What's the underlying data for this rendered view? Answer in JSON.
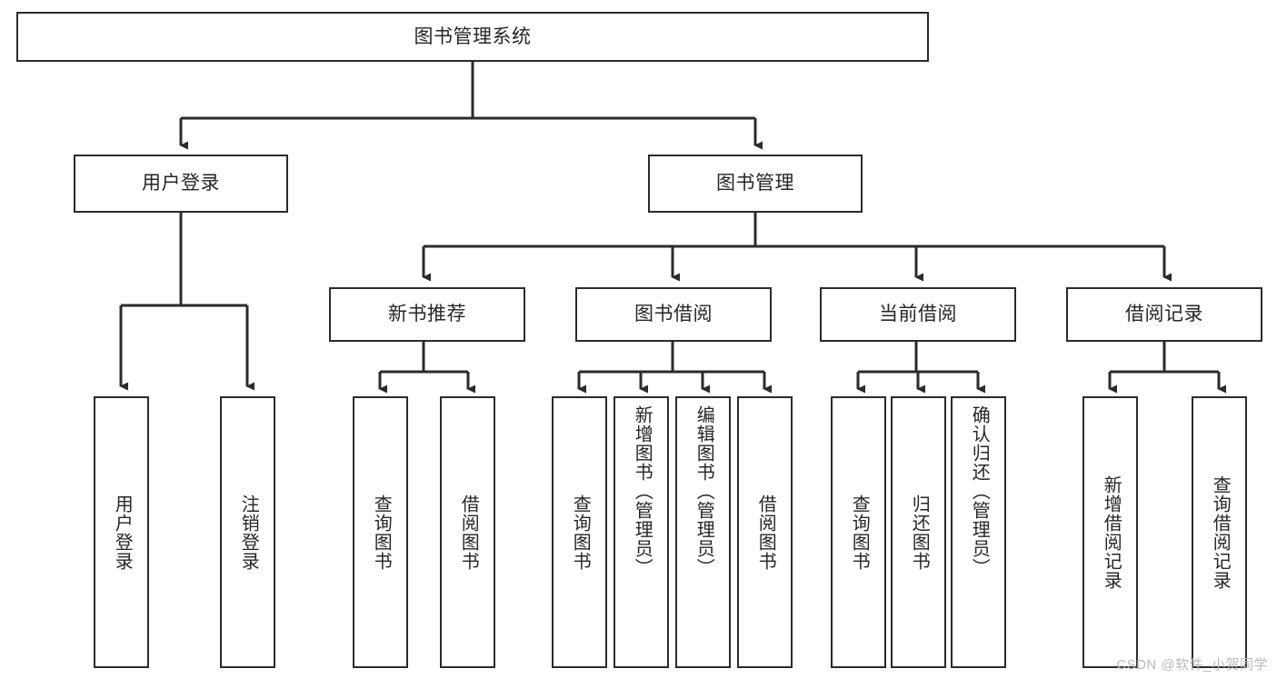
{
  "diagram": {
    "type": "tree-hierarchy",
    "title": "图书管理系统",
    "root": {
      "id": "root",
      "label": "图书管理系统"
    },
    "level1": [
      {
        "id": "user-login",
        "label": "用户登录"
      },
      {
        "id": "book-management",
        "label": "图书管理"
      }
    ],
    "level2": [
      {
        "id": "new-book-recommend",
        "label": "新书推荐",
        "parent": "book-management"
      },
      {
        "id": "book-borrow",
        "label": "图书借阅",
        "parent": "book-management"
      },
      {
        "id": "current-borrow",
        "label": "当前借阅",
        "parent": "book-management"
      },
      {
        "id": "borrow-record",
        "label": "借阅记录",
        "parent": "book-management"
      }
    ],
    "leaves": {
      "user-login": [
        {
          "id": "leaf-user-login",
          "label": "用户登录"
        },
        {
          "id": "leaf-user-logout",
          "label": "注销登录"
        }
      ],
      "new-book-recommend": [
        {
          "id": "leaf-query-book-1",
          "label": "查询图书"
        },
        {
          "id": "leaf-borrow-book-1",
          "label": "借阅图书"
        }
      ],
      "book-borrow": [
        {
          "id": "leaf-query-book-2",
          "label": "查询图书"
        },
        {
          "id": "leaf-add-book",
          "label": "新增图书（管理员）"
        },
        {
          "id": "leaf-edit-book",
          "label": "编辑图书（管理员）"
        },
        {
          "id": "leaf-borrow-book-2",
          "label": "借阅图书"
        }
      ],
      "current-borrow": [
        {
          "id": "leaf-query-book-3",
          "label": "查询图书"
        },
        {
          "id": "leaf-return-book",
          "label": "归还图书"
        },
        {
          "id": "leaf-confirm-return",
          "label": "确认归还（管理员）"
        }
      ],
      "borrow-record": [
        {
          "id": "leaf-add-record",
          "label": "新增借阅记录"
        },
        {
          "id": "leaf-query-record",
          "label": "查询借阅记录"
        }
      ]
    }
  },
  "watermark": {
    "text": "CSDN @软件_小贺同学"
  },
  "colors": {
    "stroke": "#2b2b2b",
    "background": "#ffffff",
    "text": "#262626",
    "watermark": "#b9b9b9"
  }
}
